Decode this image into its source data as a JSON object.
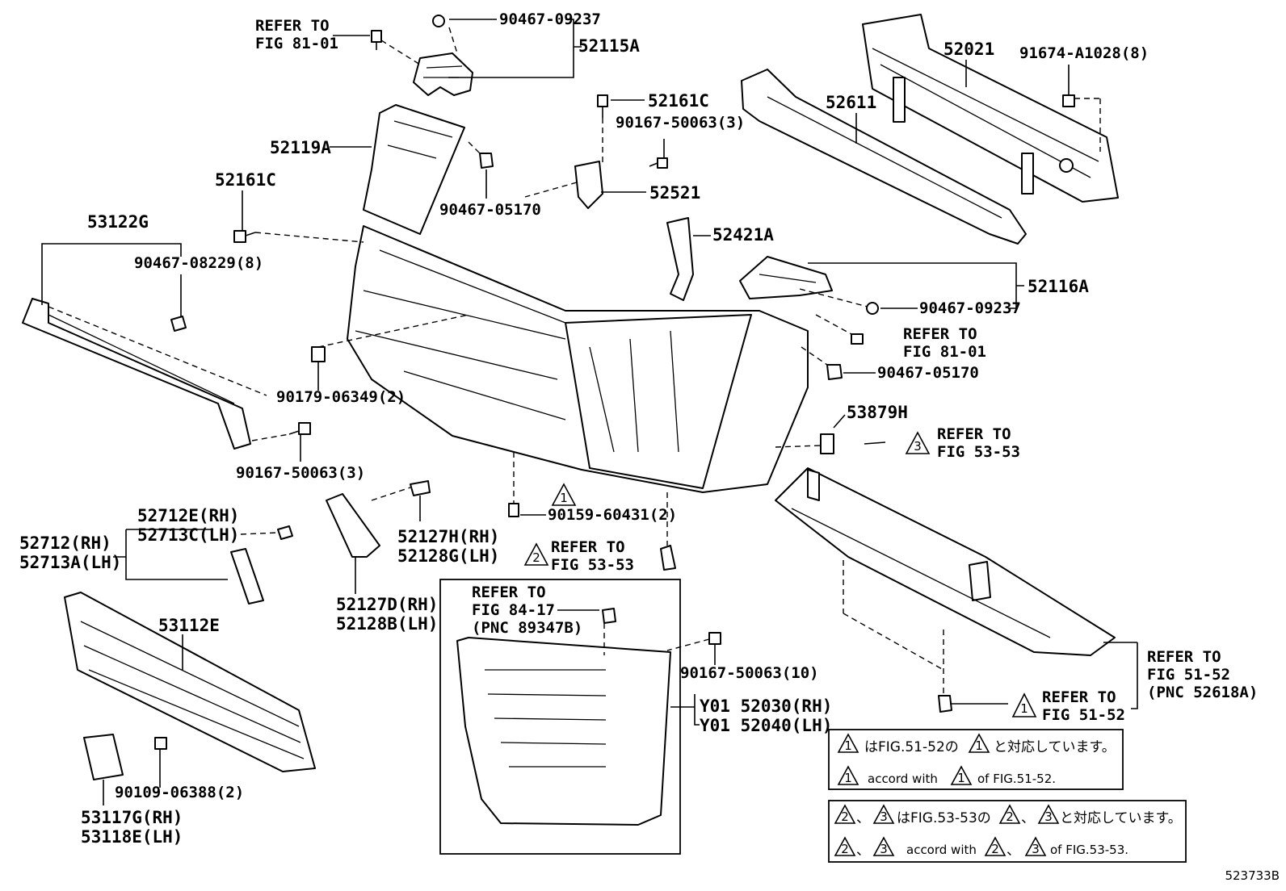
{
  "diagram_id": "523733B",
  "labels": {
    "p90467_09237_top": "90467-09237",
    "p52115A": "52115A",
    "refer_fig81_01_a_1": "REFER TO",
    "refer_fig81_01_a_2": "FIG 81-01",
    "p52021": "52021",
    "p91674": "91674-A1028(8)",
    "p52611": "52611",
    "p52161C_top": "52161C",
    "p90167_50063_3_top": "90167-50063(3)",
    "p52119A": "52119A",
    "p52161C_left": "52161C",
    "p90467_05170_left": "90467-05170",
    "p52521": "52521",
    "p53122G": "53122G",
    "p90467_08229": "90467-08229(8)",
    "p52421A": "52421A",
    "p52116A": "52116A",
    "p90467_09237_right": "90467-09237",
    "refer_fig81_01_b_1": "REFER TO",
    "refer_fig81_01_b_2": "FIG 81-01",
    "p90467_05170_right": "90467-05170",
    "p90179": "90179-06349(2)",
    "p53879H": "53879H",
    "refer_53_53_a_1": "REFER TO",
    "refer_53_53_a_2": "FIG 53-53",
    "p90167_50063_3_bot": "90167-50063(3)",
    "p90159": "90159-60431(2)",
    "p52712E": "52712E(RH)",
    "p52713C": "52713C(LH)",
    "p52712": "52712(RH)",
    "p52713A": "52713A(LH)",
    "p52127H": "52127H(RH)",
    "p52128G": "52128G(LH)",
    "refer_53_53_b_1": "REFER TO",
    "refer_53_53_b_2": "FIG 53-53",
    "refer_84_17_1": "REFER TO",
    "refer_84_17_2": "FIG 84-17",
    "refer_84_17_3": "(PNC 89347B)",
    "p52127D": "52127D(RH)",
    "p52128B": "52128B(LH)",
    "p53112E": "53112E",
    "p90167_50063_10": "90167-50063(10)",
    "pY01_52030": "Y01 52030(RH)",
    "pY01_52040": "Y01 52040(LH)",
    "refer_51_52_a_1": "REFER TO",
    "refer_51_52_a_2": "FIG 51-52",
    "refer_51_52_a_3": "(PNC 52618A)",
    "refer_51_52_b_1": "REFER TO",
    "refer_51_52_b_2": "FIG 51-52",
    "p90109": "90109-06388(2)",
    "p53117G": "53117G(RH)",
    "p53118E": "53118E(LH)"
  },
  "triangles": {
    "t1": "1",
    "t2": "2",
    "t3": "3"
  },
  "notes": {
    "note1_jp_a": "はFIG.51-52の",
    "note1_jp_b": "と対応しています。",
    "note1_en_a": "accord with",
    "note1_en_b": "of FIG.51-52.",
    "note2_sep": "、",
    "note2_jp_a": "はFIG.53-53の",
    "note2_jp_b": "と対応しています。",
    "note2_en_a": "accord with",
    "note2_en_b": "of FIG.53-53."
  }
}
